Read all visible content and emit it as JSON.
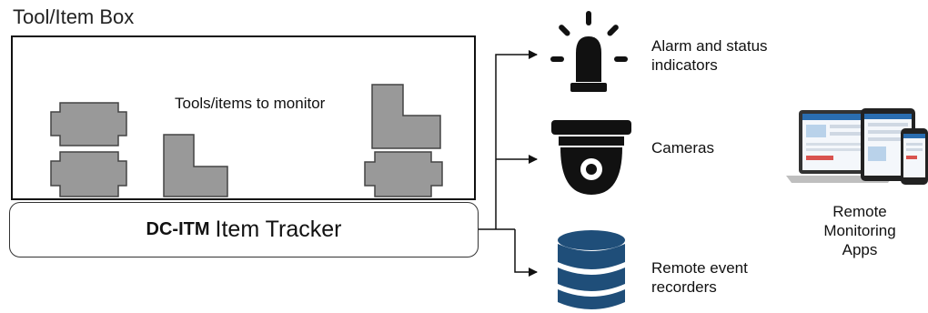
{
  "box": {
    "title": "Tool/Item Box",
    "tools_label": "Tools/items to monitor"
  },
  "tracker": {
    "name_bold": "DC-ITM",
    "name_rest": "Item Tracker"
  },
  "outputs": {
    "alarm_line1": "Alarm and status",
    "alarm_line2": "indicators",
    "cameras": "Cameras",
    "recorder_line1": "Remote event",
    "recorder_line2": "recorders"
  },
  "apps": {
    "line1": "Remote",
    "line2": "Monitoring",
    "line3": "Apps"
  },
  "colors": {
    "item_fill": "#999999",
    "item_stroke": "#444444",
    "icon_dark": "#111111",
    "database_blue": "#1f4e79"
  }
}
